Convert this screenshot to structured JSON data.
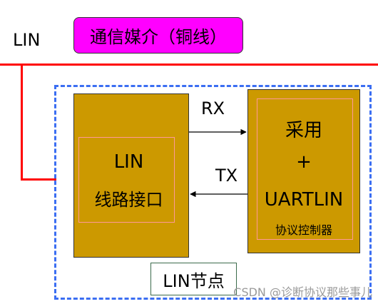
{
  "bus_label": "LIN",
  "medium_label": "通信媒介（铜线）",
  "interface_block": {
    "line1": "LIN",
    "line2": "线路接口"
  },
  "controller_block": {
    "line1": "采用",
    "line2": "+",
    "line3": "UARTLIN",
    "line4": "协议控制器"
  },
  "rx_label": "RX",
  "tx_label": "TX",
  "node_label": "LIN节点",
  "watermark": "CSDN @诊断协议那些事儿",
  "colors": {
    "bus": "#ff0000",
    "medium": "#ff00ff",
    "block": "#cc9900",
    "frame": "#3b6ef2"
  }
}
